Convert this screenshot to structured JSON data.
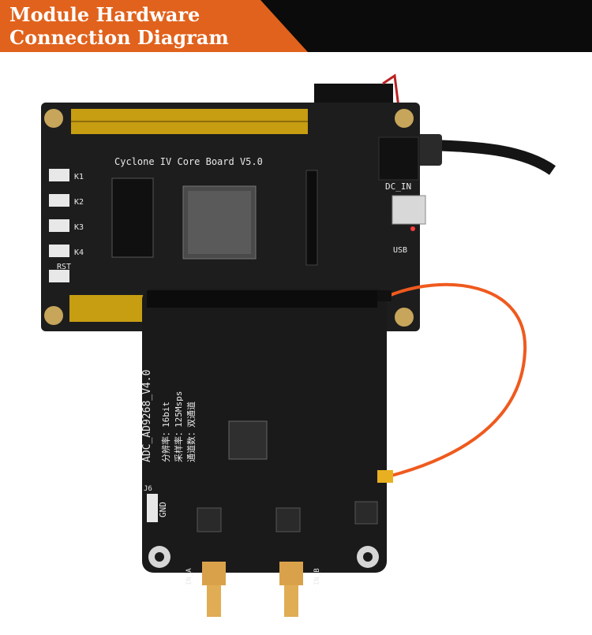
{
  "header": {
    "title_line1": "Module Hardware",
    "title_line2": "Connection Diagram",
    "tab_color": "#e1621c",
    "bar_color": "#0b0b0b"
  },
  "core_board": {
    "title": "Cyclone IV Core Board V5.0",
    "buttons": [
      "K1",
      "K2",
      "K3",
      "K4",
      "RST"
    ],
    "dc_label": "DC_IN",
    "usb_label": "USB"
  },
  "adc_board": {
    "model": "ADC_AD9268_V4.0",
    "spec_line1": "通道数：双通道",
    "spec_line2": "采样率：125Msps",
    "spec_line3": "分辨率：16bit",
    "inputs": [
      "IN_A",
      "IN_B"
    ],
    "gnd_label": "GND",
    "j6_label": "J6"
  },
  "wire_color": "#ef5a1e",
  "pcb_color": "#1a1a1a"
}
